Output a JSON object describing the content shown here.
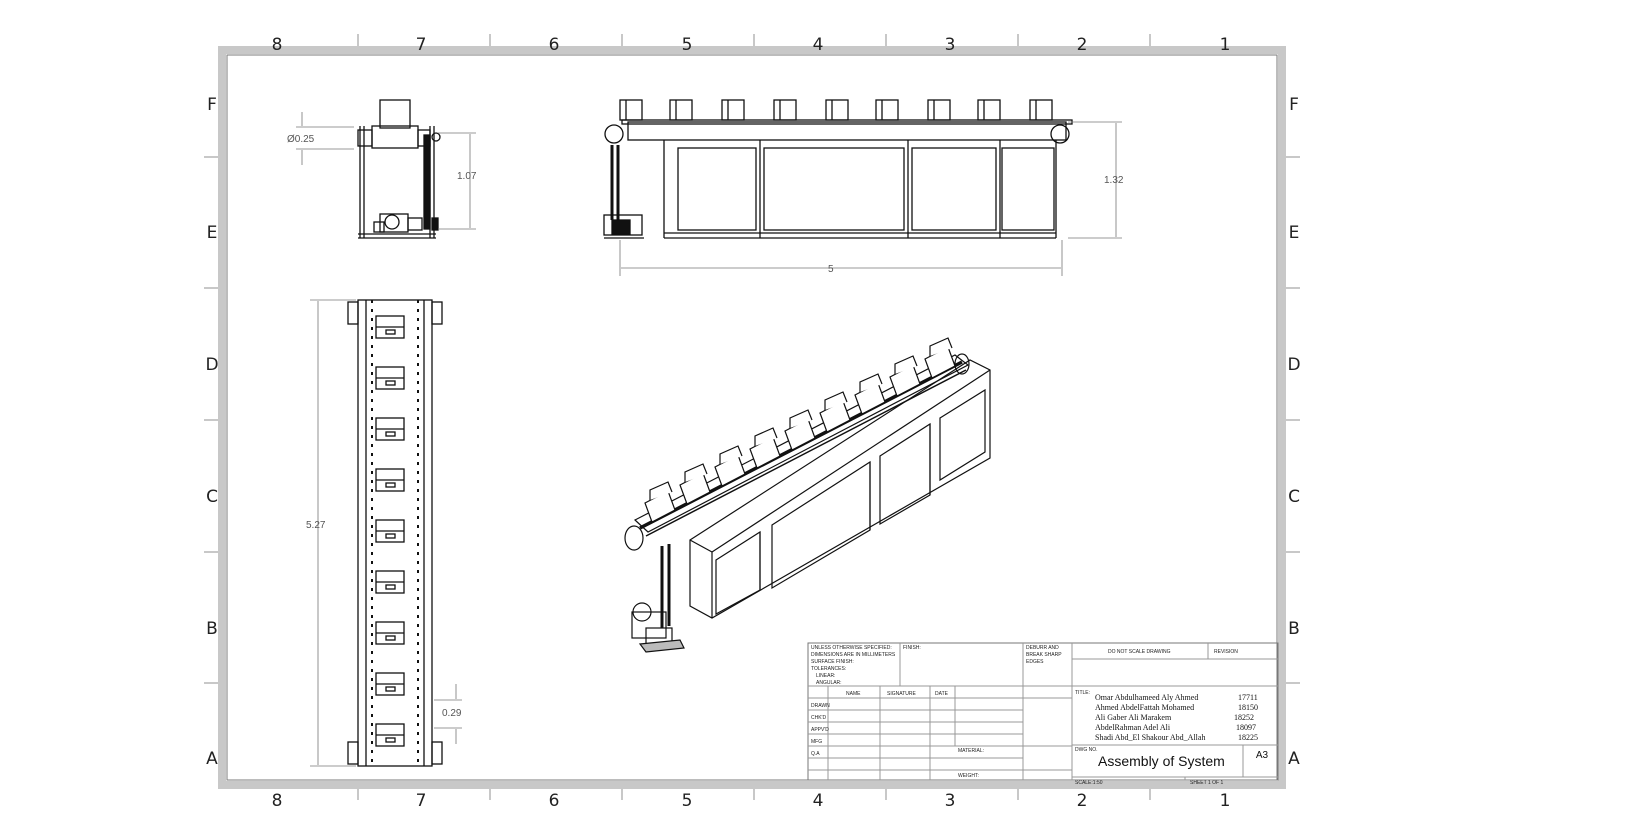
{
  "sheet": {
    "col_labels": [
      "8",
      "7",
      "6",
      "5",
      "4",
      "3",
      "2",
      "1"
    ],
    "row_labels": [
      "F",
      "E",
      "D",
      "C",
      "B",
      "A"
    ]
  },
  "dimensions": {
    "hole_diameter": "Ø0.25",
    "side_height": "1.07",
    "front_height": "1.32",
    "front_length": "5",
    "top_length": "5.27",
    "top_spacing": "0.29"
  },
  "title_block": {
    "general_note": [
      "UNLESS OTHERWISE SPECIFIED:",
      "DIMENSIONS ARE IN MILLIMETERS",
      "SURFACE FINISH:",
      "TOLERANCES:",
      "LINEAR:",
      "ANGULAR:"
    ],
    "finish": "FINISH:",
    "deburr": [
      "DEBURR AND",
      "BREAK SHARP",
      "EDGES"
    ],
    "do_not_scale": "DO NOT SCALE DRAWING",
    "revision": "REVISION",
    "col_headers": [
      "NAME",
      "SIGNATURE",
      "DATE"
    ],
    "row_labels": [
      "DRAWN",
      "CHK'D",
      "APPV'D",
      "MFG",
      "Q.A"
    ],
    "material": "MATERIAL:",
    "weight": "WEIGHT:",
    "title_label": "TITLE:",
    "students": [
      {
        "name": "Omar Abdulhameed Aly Ahmed",
        "id": "17711"
      },
      {
        "name": "Ahmed AbdelFattah Mohamed",
        "id": "18150"
      },
      {
        "name": "Ali Gaber Ali Marakem",
        "id": "18252"
      },
      {
        "name": "AbdelRahman Adel Ali",
        "id": "18097"
      },
      {
        "name": "Shadi Abd_El Shakour Abd_Allah",
        "id": "18225"
      }
    ],
    "dwg_no_label": "DWG NO.",
    "drawing_title": "Assembly of System",
    "sheet_size": "A3",
    "scale": "SCALE:1:50",
    "sheet_of": "SHEET 1 OF 1"
  }
}
